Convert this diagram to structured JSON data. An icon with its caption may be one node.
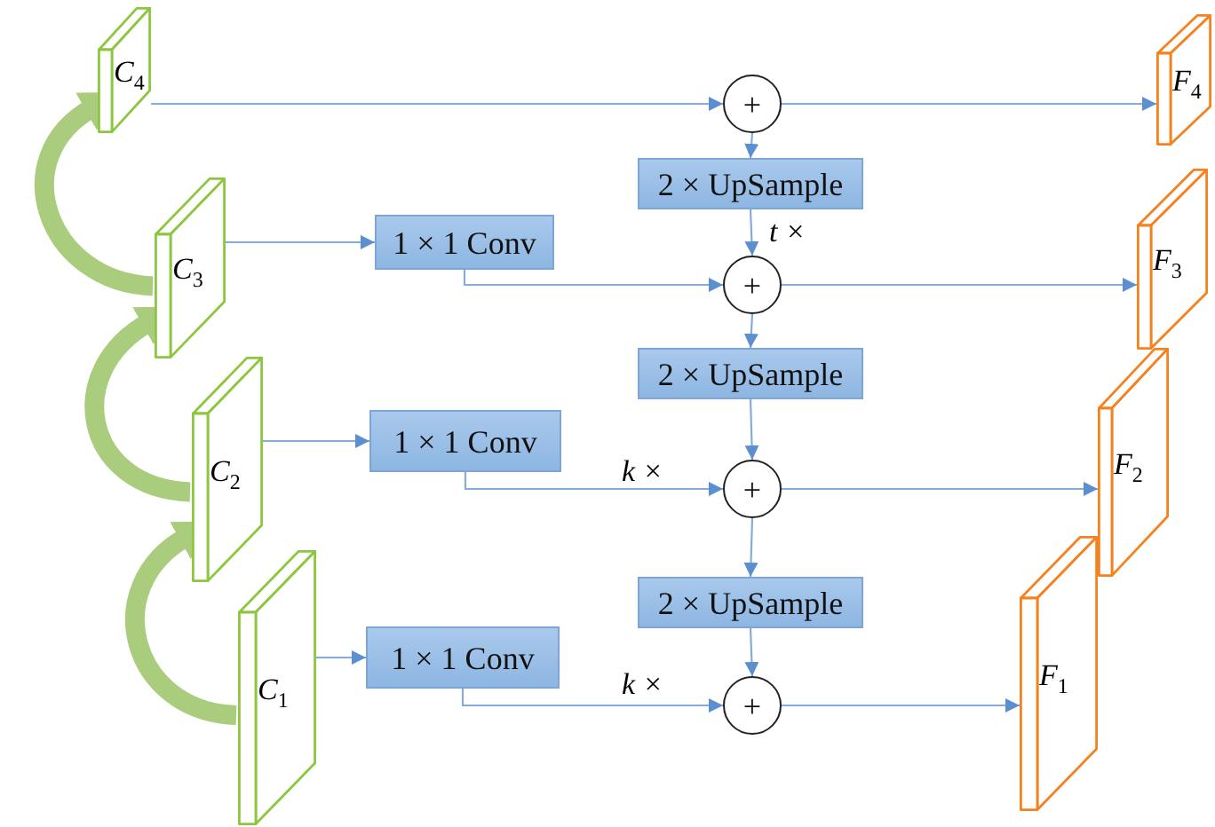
{
  "diagram": {
    "nodes": [
      {
        "text": [
          "C$_{4}$"
        ]
      },
      {
        "text": [
          "C$_{3}$"
        ]
      },
      {
        "text": [
          "C$_{2}$"
        ]
      },
      {
        "text": [
          "C$_{1}$"
        ]
      },
      {
        "text": [
          "1 × 1 Conv"
        ]
      },
      {
        "text": [
          "1 × 1 Conv"
        ]
      },
      {
        "text": [
          "1 × 1 Conv"
        ]
      },
      {
        "text": [
          "+"
        ]
      },
      {
        "text": [
          "2 × UpSample"
        ]
      },
      {
        "text": [
          "+"
        ]
      },
      {
        "text": [
          "2 × UpSample"
        ]
      },
      {
        "text": [
          "+"
        ]
      },
      {
        "text": [
          "2 × UpSample"
        ]
      },
      {
        "text": [
          "+"
        ]
      },
      {
        "text": [
          "F$_{4}$"
        ]
      },
      {
        "text": [
          "F$_{3}$"
        ]
      },
      {
        "text": [
          "F$_{2}$"
        ]
      },
      {
        "text": [
          "F$_{1}$"
        ]
      }
    ],
    "edges": [
      {
        "from": 0,
        "to": 7,
        "arrow": "to"
      },
      {
        "from": 7,
        "to": 14,
        "arrow": "to"
      },
      {
        "from": 7,
        "to": 8,
        "arrow": "to"
      },
      {
        "from": 8,
        "to": 9,
        "arrow": "to",
        "label": "t ×"
      },
      {
        "from": 1,
        "to": 4,
        "arrow": "to"
      },
      {
        "from": 4,
        "to": 9,
        "arrow": "to"
      },
      {
        "from": 9,
        "to": 15,
        "arrow": "to"
      },
      {
        "from": 9,
        "to": 10,
        "arrow": "to"
      },
      {
        "from": 10,
        "to": 11,
        "arrow": "to"
      },
      {
        "from": 5,
        "to": 11,
        "arrow": "to",
        "label": "k ×"
      },
      {
        "from": 2,
        "to": 5,
        "arrow": "to"
      },
      {
        "from": 11,
        "to": 16,
        "arrow": "to"
      },
      {
        "from": 11,
        "to": 12,
        "arrow": "to"
      },
      {
        "from": 12,
        "to": 13,
        "arrow": "to"
      },
      {
        "from": 6,
        "to": 13,
        "arrow": "to",
        "label": "k ×"
      },
      {
        "from": 3,
        "to": 6,
        "arrow": "to"
      },
      {
        "from": 13,
        "to": 17,
        "arrow": "to"
      },
      {
        "from": 1,
        "to": 0,
        "arrow": "to",
        "style": "thick",
        "color": "#a9cd7c"
      },
      {
        "from": 2,
        "to": 1,
        "arrow": "to",
        "style": "thick",
        "color": "#a9cd7c"
      },
      {
        "from": 3,
        "to": 2,
        "arrow": "to",
        "style": "thick",
        "color": "#a9cd7c"
      }
    ]
  }
}
